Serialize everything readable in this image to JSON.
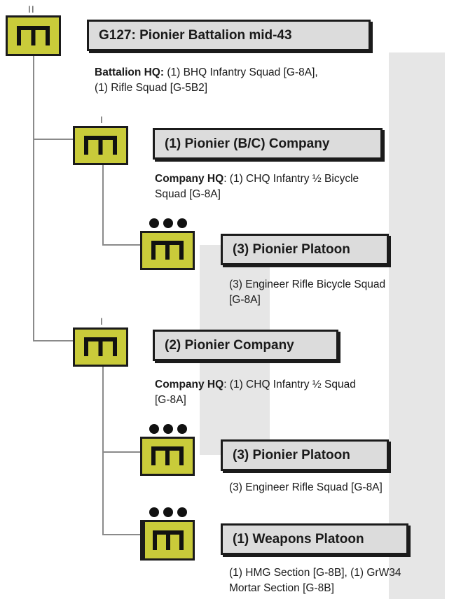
{
  "battalion": {
    "size_marker": "II",
    "title": "G127: Pionier Battalion mid-43",
    "hq_label": "Battalion HQ:",
    "hq_text": " (1) BHQ Infantry Squad [G-8A],",
    "hq_text2": "(1) Rifle Squad [G-5B2]"
  },
  "company1": {
    "size_marker": "I",
    "title": "(1) Pionier (B/C) Company",
    "hq_label": "Company HQ",
    "hq_text": ": (1) CHQ Infantry ½ Bicycle",
    "hq_text2": "Squad [G-8A]",
    "platoon": {
      "title": "(3) Pionier Platoon",
      "text": "(3) Engineer Rifle Bicycle Squad",
      "text2": "[G-8A]"
    }
  },
  "company2": {
    "size_marker": "I",
    "title": "(2) Pionier Company",
    "hq_label": "Company HQ",
    "hq_text": ": (1) CHQ Infantry ½ Squad",
    "hq_text2": "[G-8A]",
    "platoon": {
      "title": "(3) Pionier Platoon",
      "text": "(3) Engineer Rifle Squad [G-8A]"
    },
    "weapons": {
      "title": "(1) Weapons Platoon",
      "text": "(1) HMG Section [G-8B], (1) GrW34",
      "text2": "Mortar Section [G-8B]"
    }
  },
  "colors": {
    "unit_fill": "#c9cb3a",
    "title_fill": "#dcdcdc",
    "background_shape": "#e6e6e6",
    "connector": "#8a8a8a"
  },
  "icons": {
    "unit": "engineer-symbol-icon",
    "platoon_marker": "platoon-dots-icon"
  }
}
